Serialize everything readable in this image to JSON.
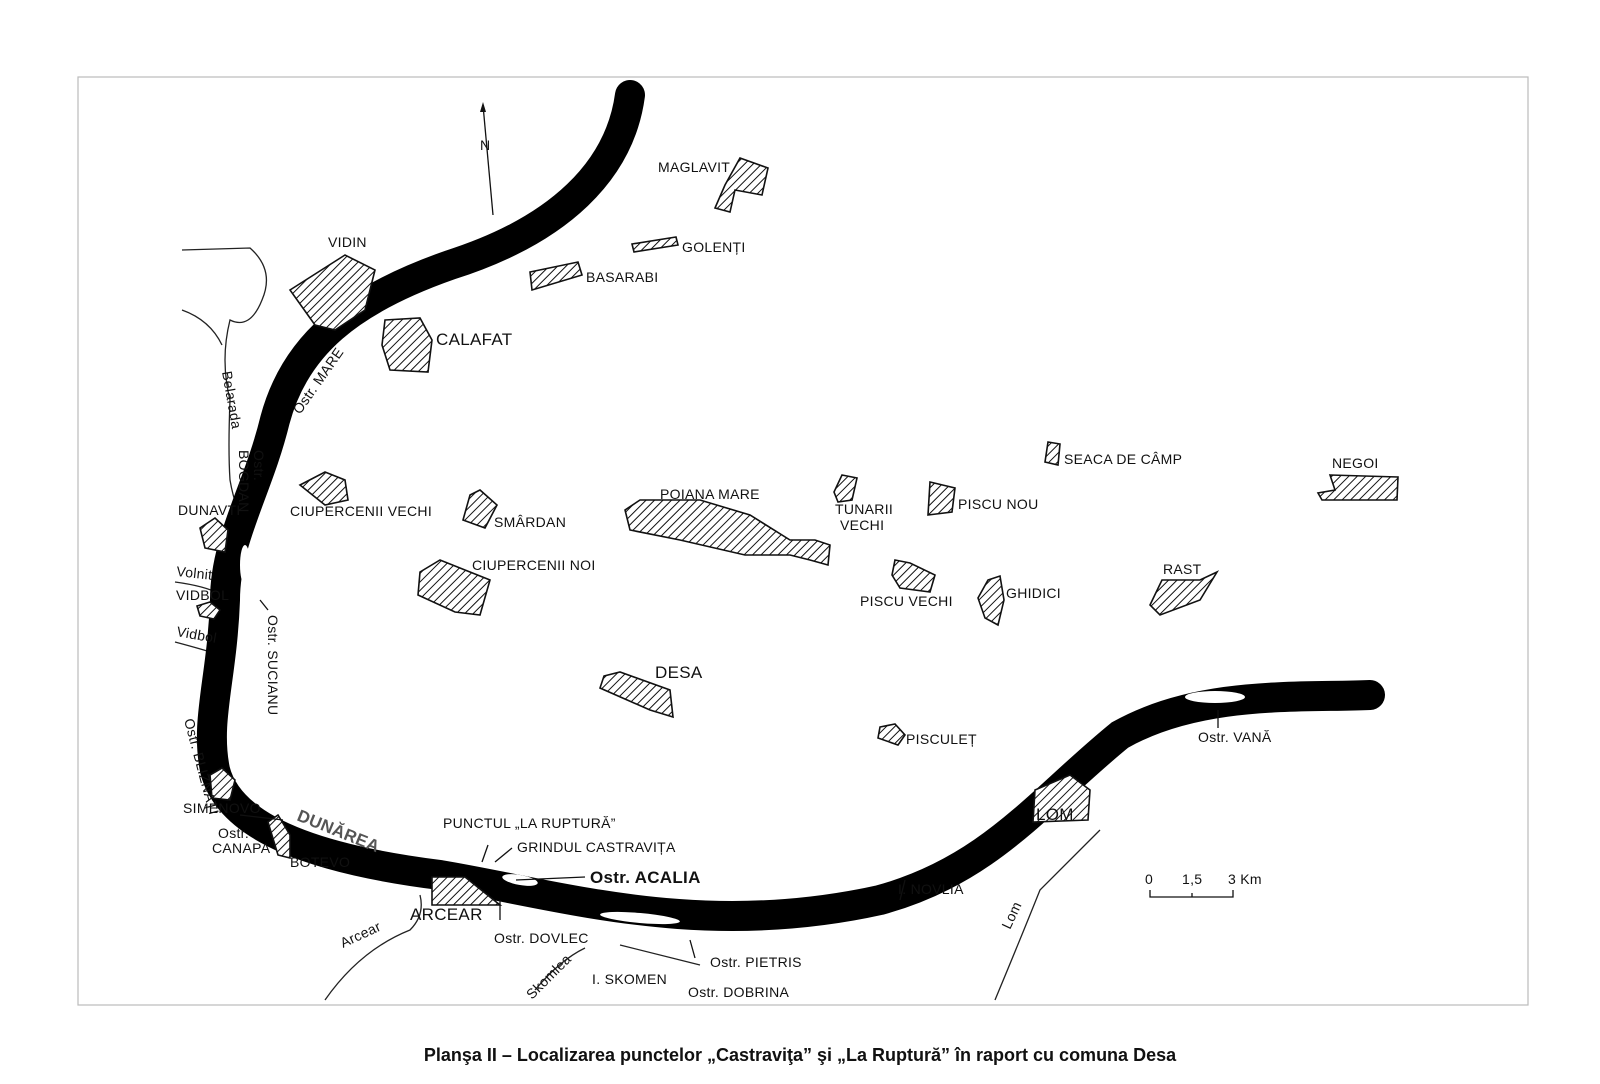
{
  "north": "N",
  "settlements": {
    "vidin": "VIDIN",
    "calafat": "CALAFAT",
    "maglavit": "MAGLAVIT",
    "golenti": "GOLENȚI",
    "basarabi": "BASARABI",
    "ciupercenii_vechi": "CIUPERCENII VECHI",
    "smardan": "SMÂRDAN",
    "ciupercenii_noi": "CIUPERCENII NOI",
    "poiana_mare": "POIANA MARE",
    "tunarii_vechi_1": "TUNARII",
    "tunarii_vechi_2": "VECHI",
    "piscu_nou": "PISCU NOU",
    "seaca_de_camp": "SEACA DE CÂMP",
    "negoi": "NEGOI",
    "piscu_vechi": "PISCU VECHI",
    "ghidici": "GHIDICI",
    "rast": "RAST",
    "desa": "DESA",
    "pisculet": "PISCULEȚ",
    "lom": "LOM",
    "arcear": "ARCEAR",
    "botevo": "BOTEVO",
    "simenovo": "SIMENOVO",
    "dunavti": "DUNAVTI",
    "vidbol": "VIDBOL"
  },
  "islands": {
    "mare": "Ostr. MARE",
    "bogdan_1": "Ostr.",
    "bogdan_2": "BOGDAN",
    "sucianu": "Ostr. SUCIANU",
    "bliznati": "Ostr. BLIZNAȚI",
    "canapa_1": "Ostr.",
    "canapa_2": "CANAPA",
    "acalia": "Ostr. ACALIA",
    "dovlec": "Ostr. DOVLEC",
    "skomen": "I. SKOMEN",
    "dobrina": "Ostr. DOBRINA",
    "pietris": "Ostr. PIETRIS",
    "novlia": "I. NOVLIA",
    "vana": "Ostr. VANĂ"
  },
  "rivers": {
    "belarada": "Belarada",
    "volnit": "Volnit",
    "vidbol": "Vidbol",
    "arcear": "Arcear",
    "skomlea": "Skomlea",
    "lom": "Lom",
    "dunarea": "DUNĂREA"
  },
  "points": {
    "la_ruptura": "PUNCTUL „LA RUPTURĂ”",
    "castravita": "GRINDUL CASTRAVIȚA"
  },
  "scale": {
    "zero": "0",
    "mid": "1,5",
    "end": "3 Km"
  },
  "caption": "Planşa II – Localizarea punctelor „Castraviţa” şi „La Ruptură” în raport cu comuna Desa"
}
